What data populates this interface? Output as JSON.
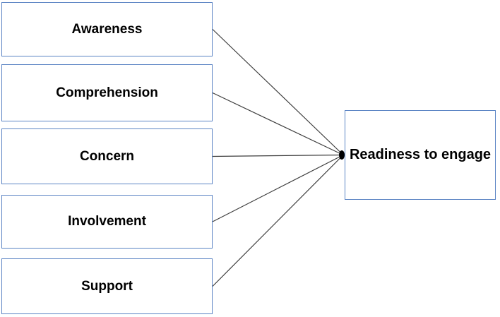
{
  "diagram": {
    "nodes": [
      {
        "id": "awareness",
        "label": "Awareness"
      },
      {
        "id": "comprehension",
        "label": "Comprehension"
      },
      {
        "id": "concern",
        "label": "Concern"
      },
      {
        "id": "involvement",
        "label": "Involvement"
      },
      {
        "id": "support",
        "label": "Support"
      },
      {
        "id": "readiness",
        "label": "Readiness to engage"
      }
    ],
    "edges": [
      {
        "from": "awareness",
        "to": "readiness"
      },
      {
        "from": "comprehension",
        "to": "readiness"
      },
      {
        "from": "concern",
        "to": "readiness"
      },
      {
        "from": "involvement",
        "to": "readiness"
      },
      {
        "from": "support",
        "to": "readiness"
      }
    ],
    "colors": {
      "box_border": "#5b84c4",
      "connector": "#3d3d3d",
      "arrowhead": "#000000",
      "text": "#000000",
      "background": "#ffffff"
    }
  }
}
